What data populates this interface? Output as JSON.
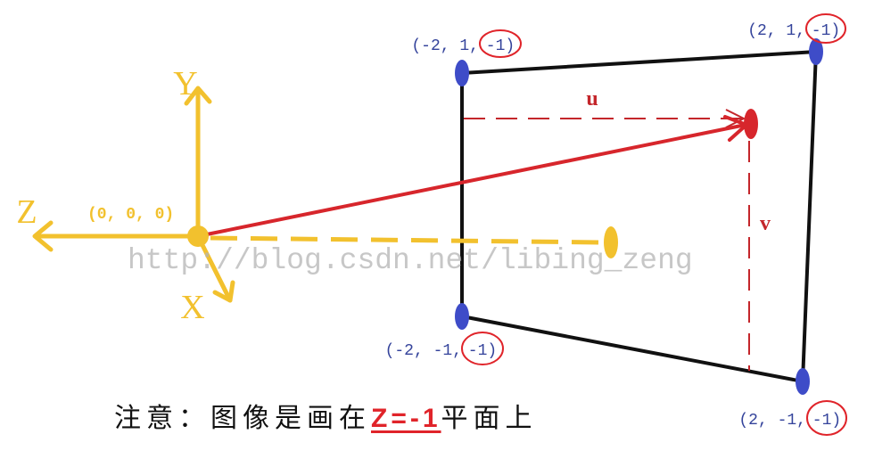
{
  "axes": {
    "x_label": "X",
    "y_label": "Y",
    "z_label": "Z"
  },
  "origin": {
    "label": "(0, 0, 0)"
  },
  "offsets": {
    "u_label": "u",
    "v_label": "v"
  },
  "corners": [
    {
      "coords": "(-2, 1,",
      "z": "-1)"
    },
    {
      "coords": "(2, 1,",
      "z": "-1)"
    },
    {
      "coords": "(-2, -1,",
      "z": "-1)"
    },
    {
      "coords": "(2, -1,",
      "z": "-1)"
    }
  ],
  "watermark": "http://blog.csdn.net/libing_zeng",
  "caption": {
    "before": "注意：图像是画在",
    "highlight": "Z=-1",
    "after": "平面上"
  },
  "colors": {
    "axis": "#f2c12e",
    "ray": "#d7262c",
    "guide": "#c4262b",
    "corner": "#3e4cc8",
    "edge": "#111111",
    "label": "#34439b",
    "watermark": "#b4b4b4",
    "caption": "#111111",
    "highlight": "#e0242a"
  }
}
